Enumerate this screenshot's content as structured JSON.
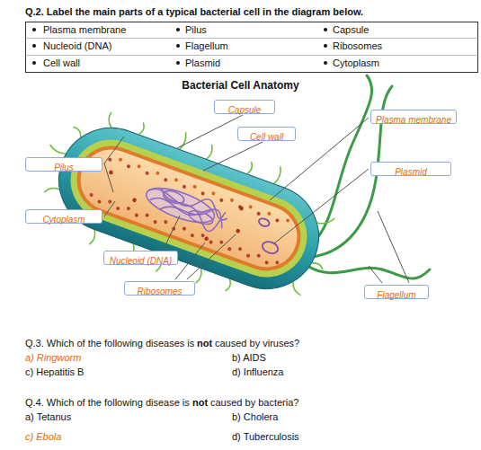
{
  "diagram": {
    "title": "Bacterial Cell Anatomy",
    "nodes": [
      {
        "text": [
          "Capsule"
        ]
      },
      {
        "text": [
          "Cell wall"
        ]
      },
      {
        "text": [
          "Plasma membrane"
        ]
      },
      {
        "text": [
          "Pilus"
        ]
      },
      {
        "text": [
          "Plasmid"
        ]
      },
      {
        "text": [
          "Cytoplasm"
        ]
      },
      {
        "text": [
          "Nucleoid (DNA)"
        ]
      },
      {
        "text": [
          "Ribosomes"
        ]
      },
      {
        "text": [
          "Flagellum"
        ]
      }
    ],
    "labels": [
      "Q.2. Label the main parts of a typical bacterial cell in the diagram below.",
      "Plasma membrane",
      "Pilus",
      "Capsule",
      "Nucleoid (DNA)",
      "Flagellum",
      "Ribosomes",
      "Cell wall",
      "Plasmid",
      "Cytoplasm",
      "Q.3. Which of the following diseases is",
      "not",
      "caused by viruses?",
      "a) Ringworm",
      "b) AIDS",
      "c) Hepatitis B",
      "d) Influenza",
      "Q.4. Which of the following disease is",
      "not",
      "caused by bacteria?",
      "a) Tetanus",
      "b) Cholera",
      "c) Ebola",
      "d) Tuberculosis"
    ]
  }
}
